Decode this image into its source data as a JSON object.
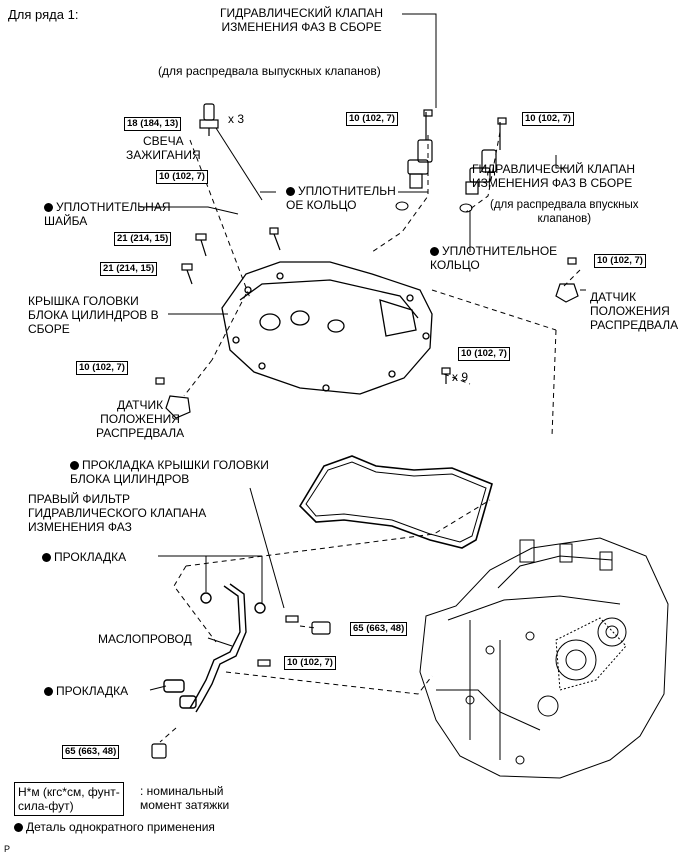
{
  "header": {
    "title": "Для ряда 1:"
  },
  "callouts": {
    "vvt_exhaust": "ГИДРАВЛИЧЕСКИЙ КЛАПАН\nИЗМЕНЕНИЯ ФАЗ В СБОРЕ",
    "vvt_exhaust_note": "(для распредвала выпускных клапанов)",
    "vvt_intake": "ГИДРАВЛИЧЕСКИЙ КЛАПАН\nИЗМЕНЕНИЯ ФАЗ В СБОРЕ",
    "vvt_intake_note": "(для распредвала впускных\nклапанов)",
    "spark_plug": "СВЕЧА\nЗАЖИГАНИЯ",
    "spark_plug_qty": "x 3",
    "oring_1": "УПЛОТНИТЕЛЬН\nОЕ КОЛЬЦО",
    "oring_2": "УПЛОТНИТЕЛЬНОЕ\nКОЛЬЦО",
    "washer": "УПЛОТНИТЕЛЬНАЯ\nШАЙБА",
    "head_cover": "КРЫШКА ГОЛОВКИ\nБЛОКА ЦИЛИНДРОВ В\nСБОРЕ",
    "cam_sensor_right": "ДАТЧИК\nПОЛОЖЕНИЯ\nРАСПРЕДВАЛА",
    "cam_sensor_left": "ДАТЧИК\nПОЛОЖЕНИЯ\nРАСПРЕДВАЛА",
    "bolt_qty_9": "x 9",
    "cover_gasket": "ПРОКЛАДКА КРЫШКИ ГОЛОВКИ\nБЛОКА ЦИЛИНДРОВ",
    "oil_filter": "ПРАВЫЙ ФИЛЬТР\nГИДРАВЛИЧЕСКОГО КЛАПАНА\nИЗМЕНЕНИЯ ФАЗ",
    "gasket_1": "ПРОКЛАДКА",
    "oil_pipe": "МАСЛОПРОВОД",
    "gasket_2": "ПРОКЛАДКА"
  },
  "torques": {
    "t_spark": "18 (184, 13)",
    "t_vvt_ex": "10 (102, 7)",
    "t_vvt_in": "10 (102, 7)",
    "t_stud": "10 (102, 7)",
    "t_bolt_a": "21 (214, 15)",
    "t_bolt_b": "21 (214, 15)",
    "t_sensor_r": "10 (102, 7)",
    "t_sensor_l": "10 (102, 7)",
    "t_cover_bolts": "10 (102, 7)",
    "t_union": "65 (663, 48)",
    "t_pipe_bolt": "10 (102, 7)",
    "t_union_lower": "65 (663, 48)"
  },
  "legend": {
    "unit_box": "Н*м (кгс*см, фунт-\nсила-фут)",
    "unit_desc": ": номинальный\nмомент затяжки",
    "single_use": "Деталь однократного применения"
  },
  "footer": {
    "mark": "P"
  }
}
